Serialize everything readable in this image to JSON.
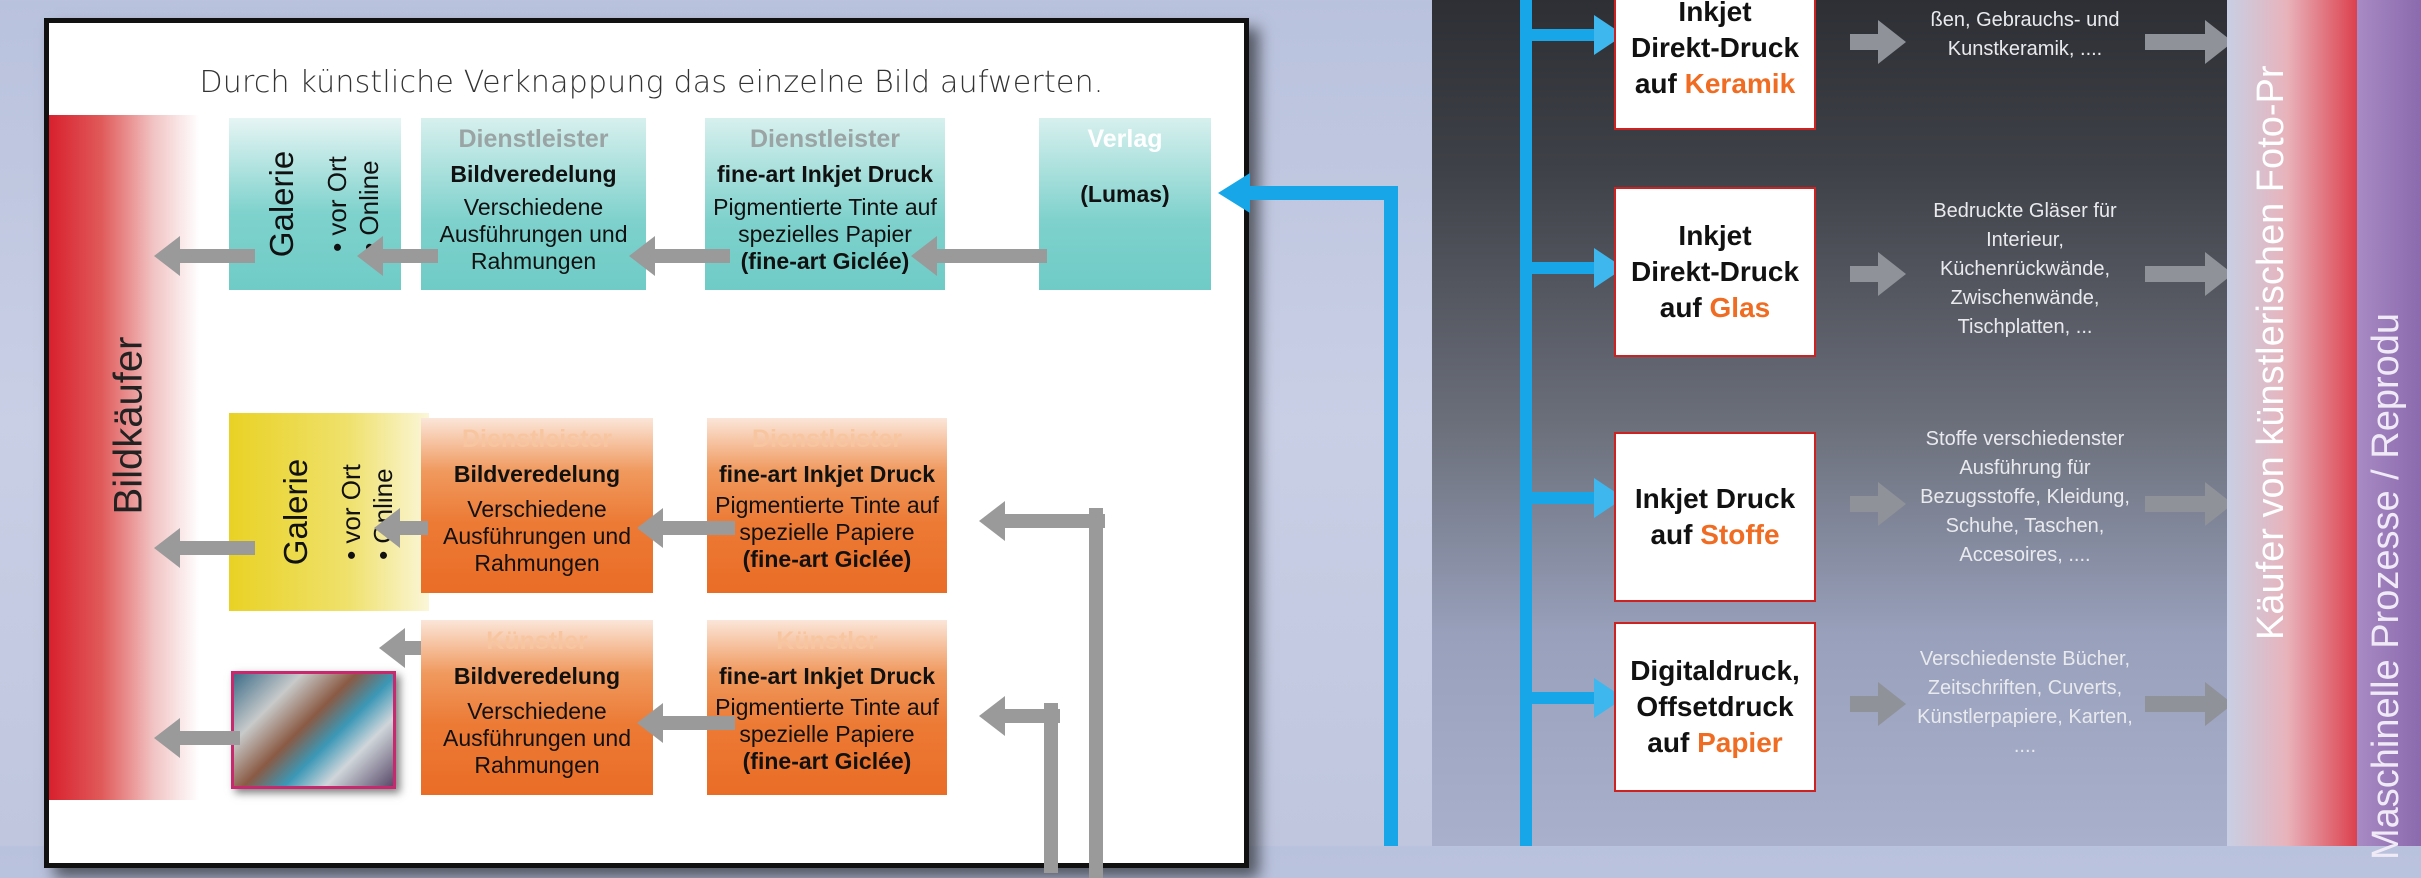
{
  "subtitle": "Durch künstliche Verknappung das einzelne Bild aufwerten.",
  "buyer_label": "Bildkäufer",
  "row1": {
    "galerie": {
      "title": "Galerie",
      "items": [
        "• vor Ort",
        "• Online"
      ]
    },
    "veredelung": {
      "head": "Dienstleister",
      "title": "Bildveredelung",
      "text": "Verschiedene Ausführungen und Rahmungen"
    },
    "druck": {
      "head": "Dienstleister",
      "title": "fine-art Inkjet Druck",
      "text": "Pigmentierte Tinte auf spezielles Papier",
      "note": "(fine-art Giclée)"
    },
    "verlag": {
      "head": "Verlag",
      "title": "(Lumas)"
    }
  },
  "row2": {
    "galerie": {
      "title": "Galerie",
      "items": [
        "• vor Ort",
        "• Online"
      ]
    },
    "veredelung": {
      "head": "Dienstleister",
      "title": "Bildveredelung",
      "text": "Verschiedene Ausführungen und Rahmungen"
    },
    "druck": {
      "head": "Dienstleister",
      "title": "fine-art Inkjet Druck",
      "text": "Pigmentierte Tinte auf spezielle Papiere",
      "note": "(fine-art Giclée)"
    }
  },
  "row3": {
    "veredelung": {
      "head": "Künstler",
      "title": "Bildveredelung",
      "text": "Verschiedene Ausführungen und Rahmungen"
    },
    "druck": {
      "head": "Künstler",
      "title": "fine-art Inkjet Druck",
      "text": "Pigmentierte Tinte auf spezielle Papiere",
      "note": "(fine-art Giclée)"
    }
  },
  "right": {
    "boxes": [
      {
        "l1": "Inkjet",
        "l2": "Direkt-Druck",
        "l3a": "auf ",
        "l3b": "Keramik",
        "desc": "ßen, Gebrauchs- und Kunstkeramik, ...."
      },
      {
        "l1": "Inkjet",
        "l2": "Direkt-Druck",
        "l3a": "auf ",
        "l3b": "Glas",
        "desc": "Bedruckte Gläser für Interieur, Küchenrückwände, Zwischenwände, Tischplatten, ..."
      },
      {
        "l1": "Inkjet Druck",
        "l2": "",
        "l3a": "auf ",
        "l3b": "Stoffe",
        "desc": "Stoffe verschiedenster Ausführung für Bezugsstoffe, Kleidung, Schuhe, Taschen, Accesoires, ...."
      },
      {
        "l1": "Digitaldruck,",
        "l2": "Offsetdruck",
        "l3a": "auf ",
        "l3b": "Papier",
        "desc": "Verschiedenste Bücher, Zeitschriften, Cuverts, Künstlerpapiere, Karten, ...."
      }
    ],
    "side_label": "Käufer von künstlerischen Foto-Pr",
    "side_label2": "Maschinelle Prozesse / Reprodu"
  },
  "colors": {
    "accent_blue": "#17a6e8",
    "orange": "#ef6c22",
    "teal": "#6fcbc6",
    "red": "#d8202e"
  }
}
